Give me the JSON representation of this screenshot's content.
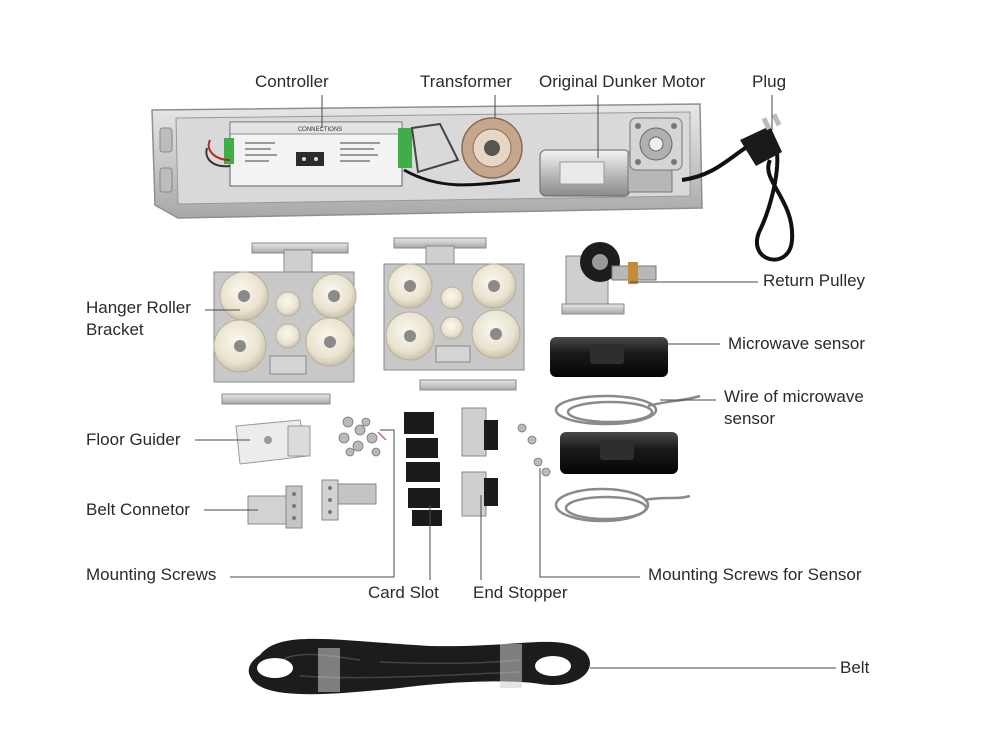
{
  "labels": {
    "controller": "Controller",
    "transformer": "Transformer",
    "motor": "Original Dunker Motor",
    "plug": "Plug",
    "hanger_line1": "Hanger Roller",
    "hanger_line2": "Bracket",
    "return_pulley": "Return Pulley",
    "microwave_sensor": "Microwave sensor",
    "wire_line1": "Wire of microwave",
    "wire_line2": "sensor",
    "floor_guider": "Floor Guider",
    "belt_connetor": "Belt Connetor",
    "mounting_screws": "Mounting Screws",
    "card_slot": "Card Slot",
    "end_stopper": "End Stopper",
    "mounting_screws_sensor": "Mounting Screws for Sensor",
    "belt": "Belt"
  },
  "controller_panel_text": "CONNECTIONS"
}
